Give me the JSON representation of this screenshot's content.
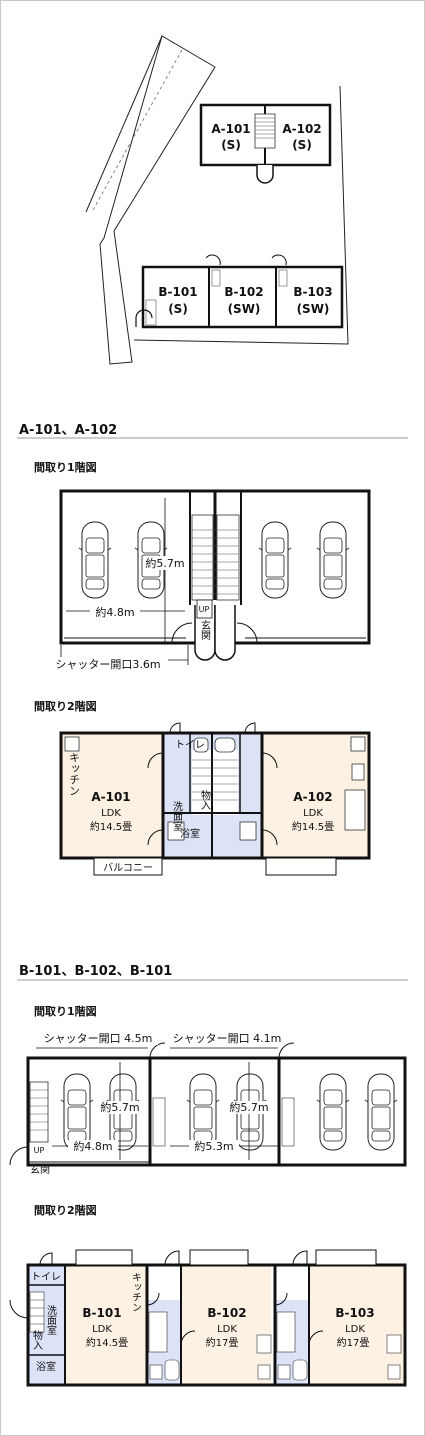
{
  "site": {
    "units": {
      "a101": [
        "A-101",
        "(S)"
      ],
      "a102": [
        "A-102",
        "(S)"
      ],
      "b101": [
        "B-101",
        "(S)"
      ],
      "b102": [
        "B-102",
        "(SW)"
      ],
      "b103": [
        "B-103",
        "(SW)"
      ]
    }
  },
  "section_a": {
    "title": "A-101、A-102",
    "floor1": {
      "label": "間取り1階図",
      "depth": "約5.7m",
      "width": "約4.8m",
      "shutter": "シャッター開口3.6m",
      "up": "UP",
      "entrance": "玄関"
    },
    "floor2": {
      "label": "間取り2階図",
      "kitchen": "キッチン",
      "toilet": "トイレ",
      "washroom": "洗面室",
      "storage": "物入",
      "bath": "浴室",
      "balcony": "バルコニー",
      "unit_left": {
        "name": "A-101",
        "type": "LDK",
        "size": "約14.5畳"
      },
      "unit_right": {
        "name": "A-102",
        "type": "LDK",
        "size": "約14.5畳"
      }
    }
  },
  "section_b": {
    "title": "B-101、B-102、B-101",
    "floor1": {
      "label": "間取り1階図",
      "shutter_left": "シャッター開口 4.5m",
      "shutter_mid": "シャッター開口 4.1m",
      "depth_left": "約5.7m",
      "depth_mid": "約5.7m",
      "width_left": "約4.8m",
      "width_mid": "約5.3m",
      "up": "UP",
      "entrance": "玄関"
    },
    "floor2": {
      "label": "間取り2階図",
      "toilet": "トイレ",
      "washroom": "洗面室",
      "storage": "物入",
      "bath": "浴室",
      "kitchen": "キッチン",
      "units": [
        {
          "name": "B-101",
          "type": "LDK",
          "size": "約14.5畳"
        },
        {
          "name": "B-102",
          "type": "LDK",
          "size": "約17畳"
        },
        {
          "name": "B-103",
          "type": "LDK",
          "size": "約17畳"
        }
      ]
    }
  },
  "colors": {
    "room": "#fdf1e3",
    "wet": "#dde3f7",
    "wall": "#111111",
    "rule": "#9a9a9a"
  }
}
